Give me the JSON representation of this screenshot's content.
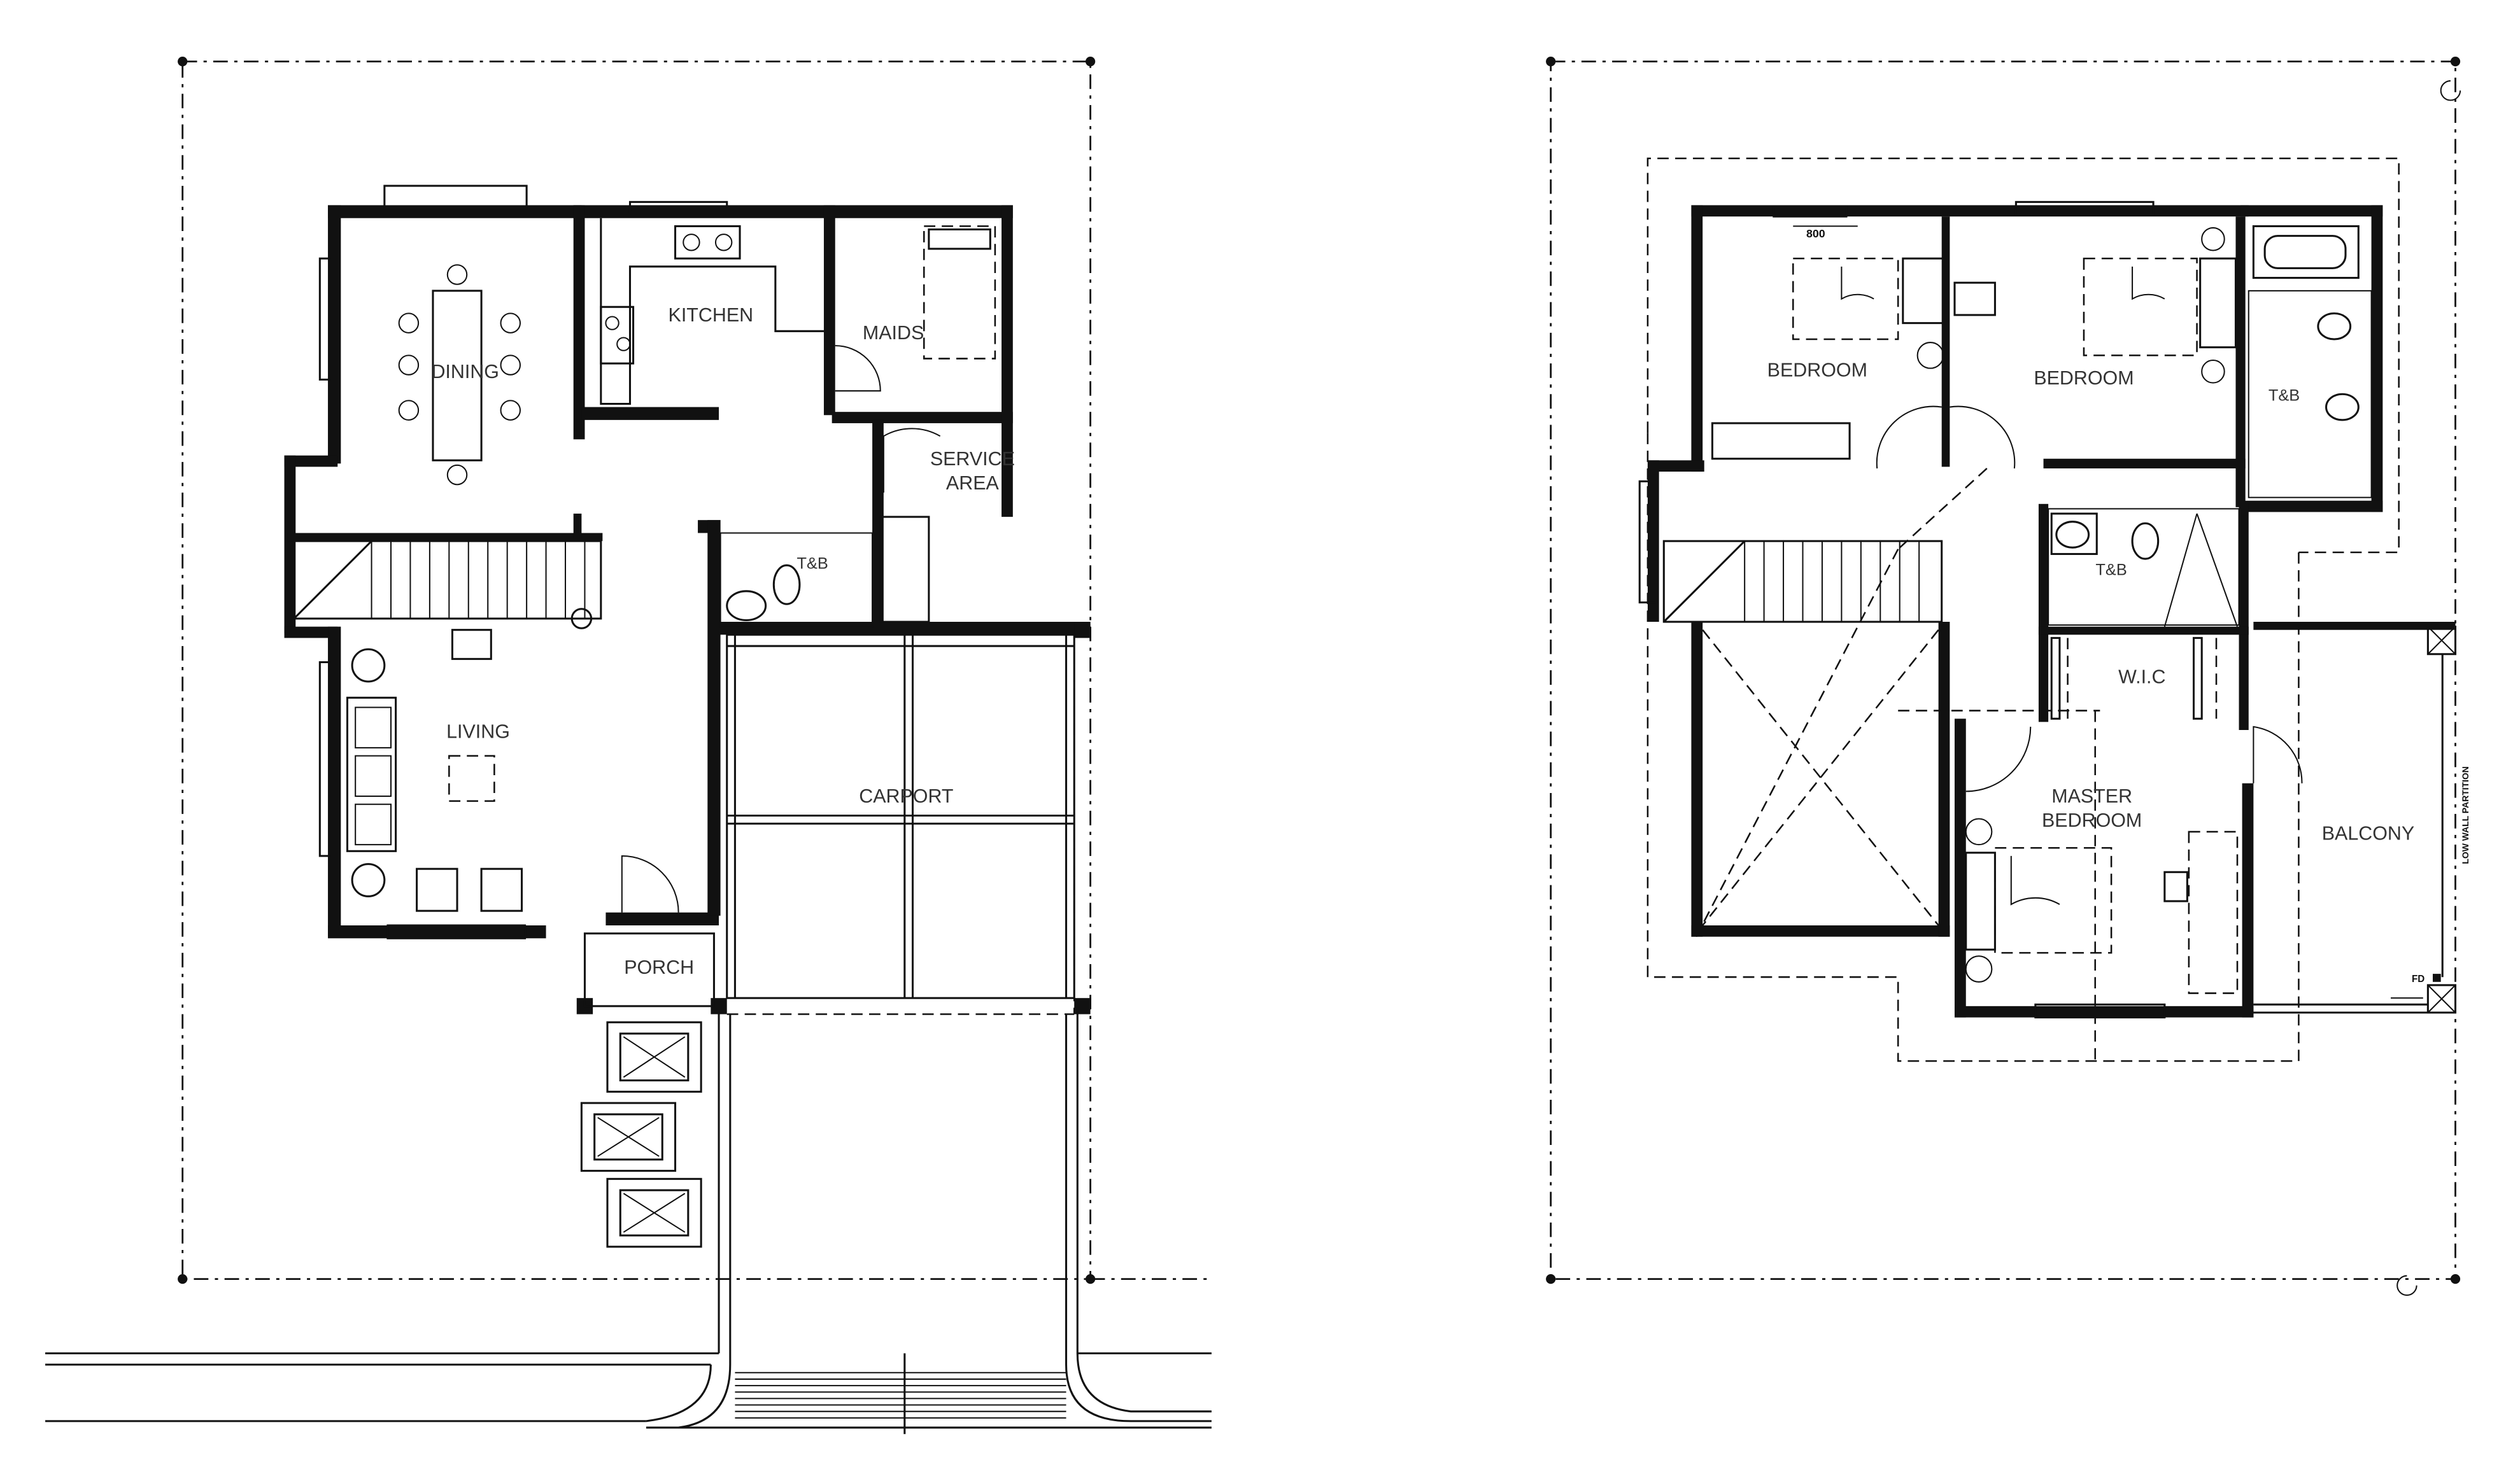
{
  "ground_floor": {
    "rooms": {
      "dining": "DINING",
      "kitchen": "KITCHEN",
      "maids": "MAIDS",
      "service_area_1": "SERVICE",
      "service_area_2": "AREA",
      "tb": "T&B",
      "living": "LIVING",
      "carport": "CARPORT",
      "porch": "PORCH"
    }
  },
  "second_floor": {
    "rooms": {
      "bedroom_1": "BEDROOM",
      "bedroom_2": "BEDROOM",
      "tb_top": "T&B",
      "tb_mid": "T&B",
      "wic": "W.I.C",
      "master_1": "MASTER",
      "master_2": "BEDROOM",
      "balcony": "BALCONY"
    },
    "dimension": "800",
    "low_wall_note": "LOW WALL PARTITION",
    "floor_drain": "FD"
  }
}
